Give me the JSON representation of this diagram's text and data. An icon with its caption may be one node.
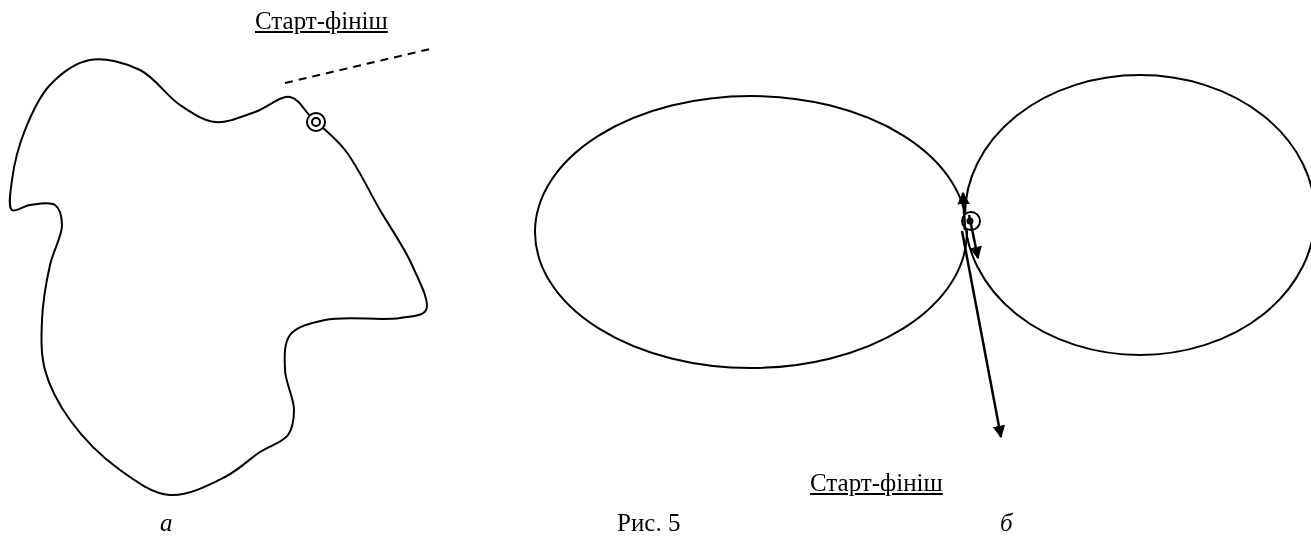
{
  "diagram": {
    "caption": "Рис. 5",
    "labels": [
      "Старт-фініш",
      "Старт-фініш",
      "а",
      "б"
    ]
  }
}
